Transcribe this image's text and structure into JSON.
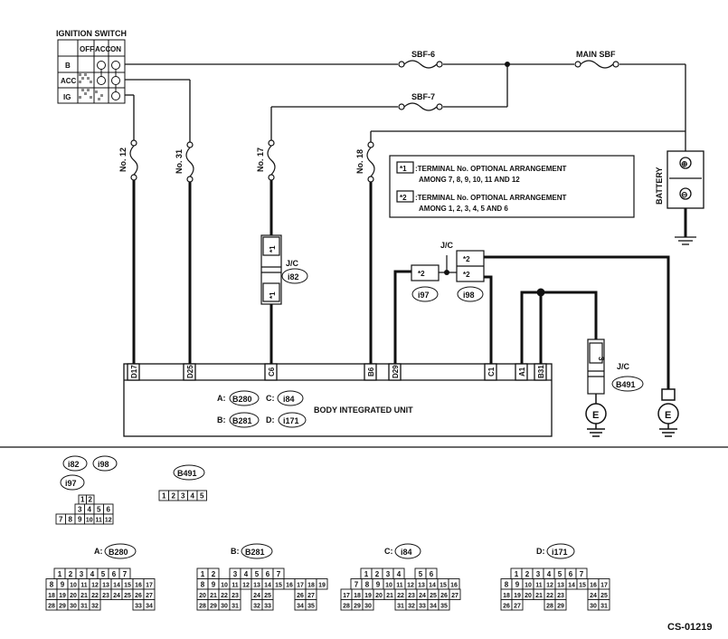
{
  "ignition_switch": {
    "title": "IGNITION SWITCH",
    "columns": [
      "OFF",
      "ACC",
      "ON"
    ],
    "rows": [
      "B",
      "ACC",
      "IG"
    ]
  },
  "fuses": {
    "sbf6": "SBF-6",
    "sbf7": "SBF-7",
    "main_sbf": "MAIN SBF",
    "no12": "No. 12",
    "no31": "No. 31",
    "no17": "No. 17",
    "no18": "No. 18"
  },
  "battery_label": "BATTERY",
  "battery_plus": "⊕",
  "battery_minus": "⊖",
  "legend": {
    "key1": "*1",
    "text1a": ":TERMINAL No. OPTIONAL ARRANGEMENT",
    "text1b": "AMONG 7, 8, 9, 10, 11 AND 12",
    "key2": "*2",
    "text2a": ":TERMINAL No. OPTIONAL ARRANGEMENT",
    "text2b": "AMONG 1, 2, 3, 4, 5 AND 6"
  },
  "jc": {
    "label": "J/C",
    "star1": "*1",
    "star2": "*2",
    "i82": "i82",
    "i97": "i97",
    "i98": "i98",
    "b491": "B491",
    "b491_pin": "3"
  },
  "body_unit": {
    "title": "BODY INTEGRATED UNIT",
    "terminals": [
      "D17",
      "D25",
      "C6",
      "B6",
      "D29",
      "C1",
      "A1",
      "B31"
    ],
    "map_a": "A:",
    "map_a_conn": "B280",
    "map_b": "B:",
    "map_b_conn": "B281",
    "map_c": "C:",
    "map_c_conn": "i84",
    "map_d": "D:",
    "map_d_conn": "i171"
  },
  "ground_label": "E",
  "connectors": {
    "i82": "i82",
    "i98": "i98",
    "i97": "i97",
    "i82_pins": [
      [
        "",
        "",
        "3",
        "4",
        "5",
        "6"
      ],
      [
        "7",
        "8",
        "9",
        "10",
        "11",
        "12"
      ]
    ],
    "i82_top": [
      "1",
      "2"
    ],
    "b491": "B491",
    "b491_pins": [
      "1",
      "2",
      "3",
      "4",
      "5"
    ],
    "a_prefix": "A:",
    "a_name": "B280",
    "a_rows": [
      [
        "1",
        "2",
        "3",
        "4",
        "5",
        "6",
        "7"
      ],
      [
        "8",
        "9",
        "10",
        "11",
        "12",
        "13",
        "14",
        "15",
        "16",
        "17"
      ],
      [
        "18",
        "19",
        "20",
        "21",
        "22",
        "23",
        "24",
        "25",
        "26",
        "27"
      ],
      [
        "28",
        "29",
        "30",
        "31",
        "32",
        "",
        "",
        "",
        "33",
        "34"
      ]
    ],
    "b_prefix": "B:",
    "b_name": "B281",
    "b_rows": [
      [
        "1",
        "2",
        "",
        "3",
        "4",
        "5",
        "6",
        "7"
      ],
      [
        "8",
        "9",
        "10",
        "11",
        "12",
        "13",
        "14",
        "15",
        "16",
        "17",
        "18",
        "19"
      ],
      [
        "20",
        "21",
        "22",
        "23",
        "",
        "24",
        "25",
        "",
        "",
        "26",
        "27"
      ],
      [
        "28",
        "29",
        "30",
        "31",
        "",
        "32",
        "33",
        "",
        "",
        "34",
        "35"
      ]
    ],
    "c_prefix": "C:",
    "c_name": "i84",
    "c_rows": [
      [
        "1",
        "2",
        "3",
        "4",
        "",
        "5",
        "6"
      ],
      [
        "7",
        "8",
        "9",
        "10",
        "11",
        "12",
        "13",
        "14",
        "15",
        "16"
      ],
      [
        "17",
        "18",
        "19",
        "20",
        "21",
        "22",
        "23",
        "24",
        "25",
        "26",
        "27"
      ],
      [
        "28",
        "29",
        "30",
        "",
        "",
        "31",
        "32",
        "33",
        "34",
        "35"
      ]
    ],
    "d_prefix": "D:",
    "d_name": "i171",
    "d_rows": [
      [
        "1",
        "2",
        "3",
        "4",
        "5",
        "6",
        "7"
      ],
      [
        "8",
        "9",
        "10",
        "11",
        "12",
        "13",
        "14",
        "15",
        "16",
        "17"
      ],
      [
        "18",
        "19",
        "20",
        "21",
        "22",
        "23",
        "",
        "",
        "24",
        "25"
      ],
      [
        "26",
        "27",
        "",
        "",
        "28",
        "29",
        "",
        "",
        "30",
        "31"
      ]
    ]
  },
  "figure_id": "CS-01219"
}
